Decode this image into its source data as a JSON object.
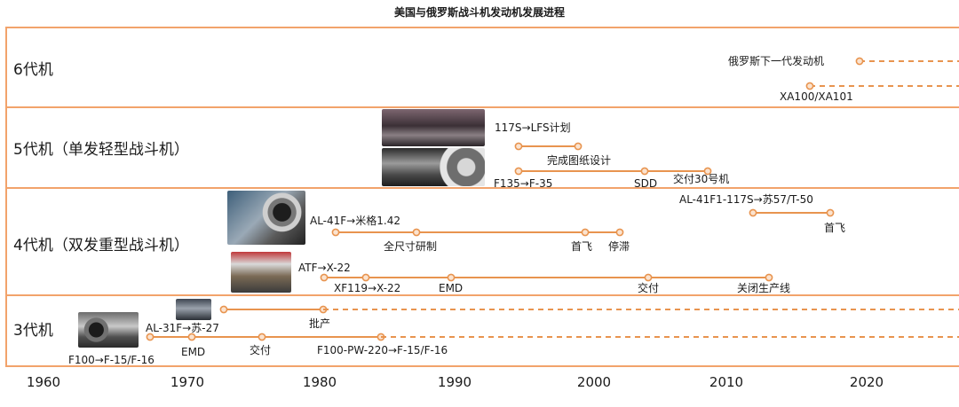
{
  "title": "美国与俄罗斯战斗机发动机发展进程",
  "colors": {
    "line": "#e8944f",
    "band_border": "#f2a36b",
    "dot_fill": "#fbe3cf"
  },
  "generations": [
    {
      "label": "6代机"
    },
    {
      "label": "5代机（单发轻型战斗机）"
    },
    {
      "label": "4代机（双发重型战斗机）"
    },
    {
      "label": "3代机"
    }
  ],
  "years": [
    "1960",
    "1970",
    "1980",
    "1990",
    "2000",
    "2010",
    "2020"
  ],
  "timeline": {
    "gen6": {
      "russia": "俄罗斯下一代发动机",
      "us": "XA100/XA101"
    },
    "gen5": {
      "r1": "117S→LFS计划",
      "r2": "完成图纸设计",
      "u1": "F135→F-35",
      "u2": "SDD",
      "u3": "交付30号机"
    },
    "gen4": {
      "ra": "AL-41F1-117S→苏57/T-50",
      "rb": "首飞",
      "r1": "AL-41F→米格1.42",
      "r2": "全尺寸研制",
      "r3": "首飞",
      "r4": "停滞",
      "u1": "ATF→X-22",
      "u2": "XF119→X-22",
      "u3": "EMD",
      "u4": "交付",
      "u5": "关闭生产线"
    },
    "gen3": {
      "r0": "批产",
      "r1": "AL-31F→苏-27",
      "u1": "EMD",
      "u2": "交付",
      "u3": "F100-PW-220→F-15/F-16",
      "u4": "F100→F-15/F-16"
    }
  }
}
